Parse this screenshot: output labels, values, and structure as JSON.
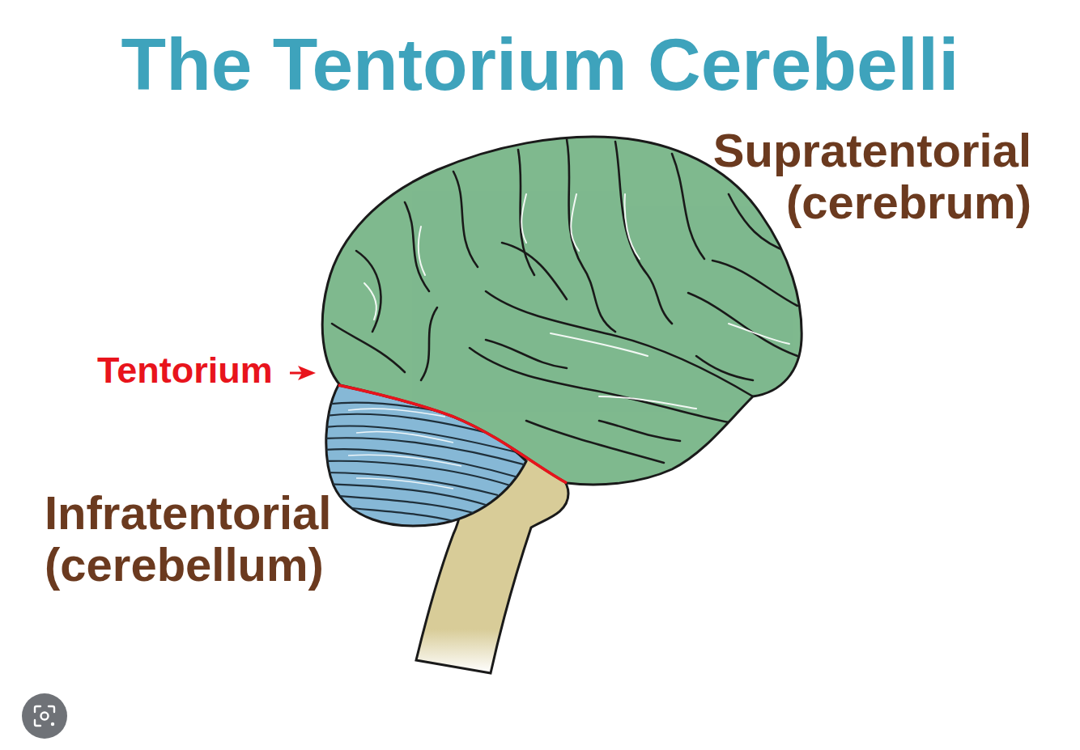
{
  "diagram": {
    "title": "The Tentorium Cerebelli",
    "labels": [
      "Supratentorial (cerebrum)",
      "Tentorium",
      "Infratentorial (cerebellum)"
    ]
  }
}
